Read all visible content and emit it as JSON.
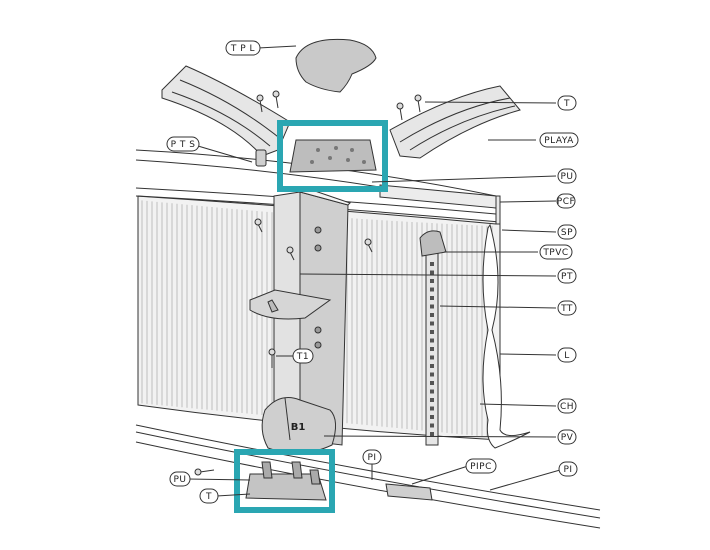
{
  "diagram": {
    "highlight_color": "#2aa6b2",
    "labels": {
      "tpl": "T P L",
      "t_top": "T",
      "playa": "PLAYA",
      "pts": "P T S",
      "pu_top": "PU",
      "pcf": "PCF",
      "sp": "SP",
      "tpvc": "TPVC",
      "pt": "PT",
      "tt": "TT",
      "t1": "T1",
      "l": "L",
      "ch": "CH",
      "b1": "B1",
      "pv": "PV",
      "pi_left": "PI",
      "pipc": "PIPC",
      "pi_right": "PI",
      "pu_bottom": "PU",
      "t_bottom": "T"
    }
  }
}
